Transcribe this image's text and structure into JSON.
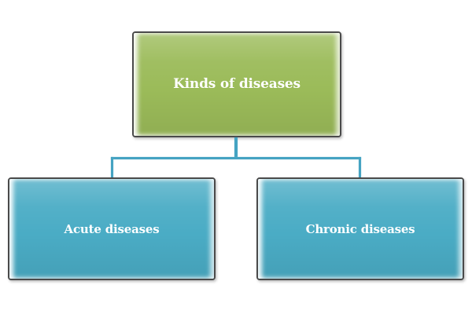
{
  "diagram": {
    "type": "hierarchy",
    "root": {
      "label": "Kinds of diseases"
    },
    "children": [
      {
        "label": "Acute diseases"
      },
      {
        "label": "Chronic diseases"
      }
    ],
    "colors": {
      "root_fill": "#9bbb59",
      "child_fill": "#4aacc5",
      "node_border": "#4a4a4a",
      "connector": "#45a3c2",
      "label_text": "#ffffff",
      "background": "#ffffff"
    }
  }
}
